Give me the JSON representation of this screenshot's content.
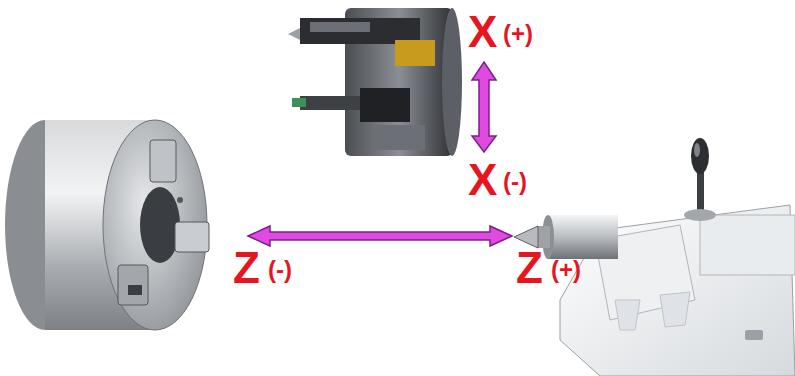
{
  "diagram": {
    "labels": [
      "X",
      "(+)",
      "X",
      "(-)",
      "Z",
      "(-)",
      "Z",
      "(+)"
    ]
  }
}
